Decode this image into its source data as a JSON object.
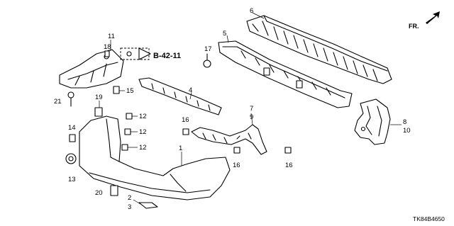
{
  "callouts": {
    "c1": "1",
    "c2": "2",
    "c3": "3",
    "c4": "4",
    "c5": "5",
    "c6": "6",
    "c7": "7",
    "c8": "8",
    "c9": "9",
    "c10": "10",
    "c11": "11",
    "c12a": "12",
    "c12b": "12",
    "c12c": "12",
    "c13": "13",
    "c14": "14",
    "c15": "15",
    "c16a": "16",
    "c16b": "16",
    "c16c": "16",
    "c17": "17",
    "c18": "18",
    "c19": "19",
    "c20": "20",
    "c21": "21"
  },
  "reference": "B-42-11",
  "direction": "FR.",
  "diagram_code": "TK84B4650",
  "icons": [
    "front-direction-arrow-icon",
    "reference-arrow-icon"
  ]
}
